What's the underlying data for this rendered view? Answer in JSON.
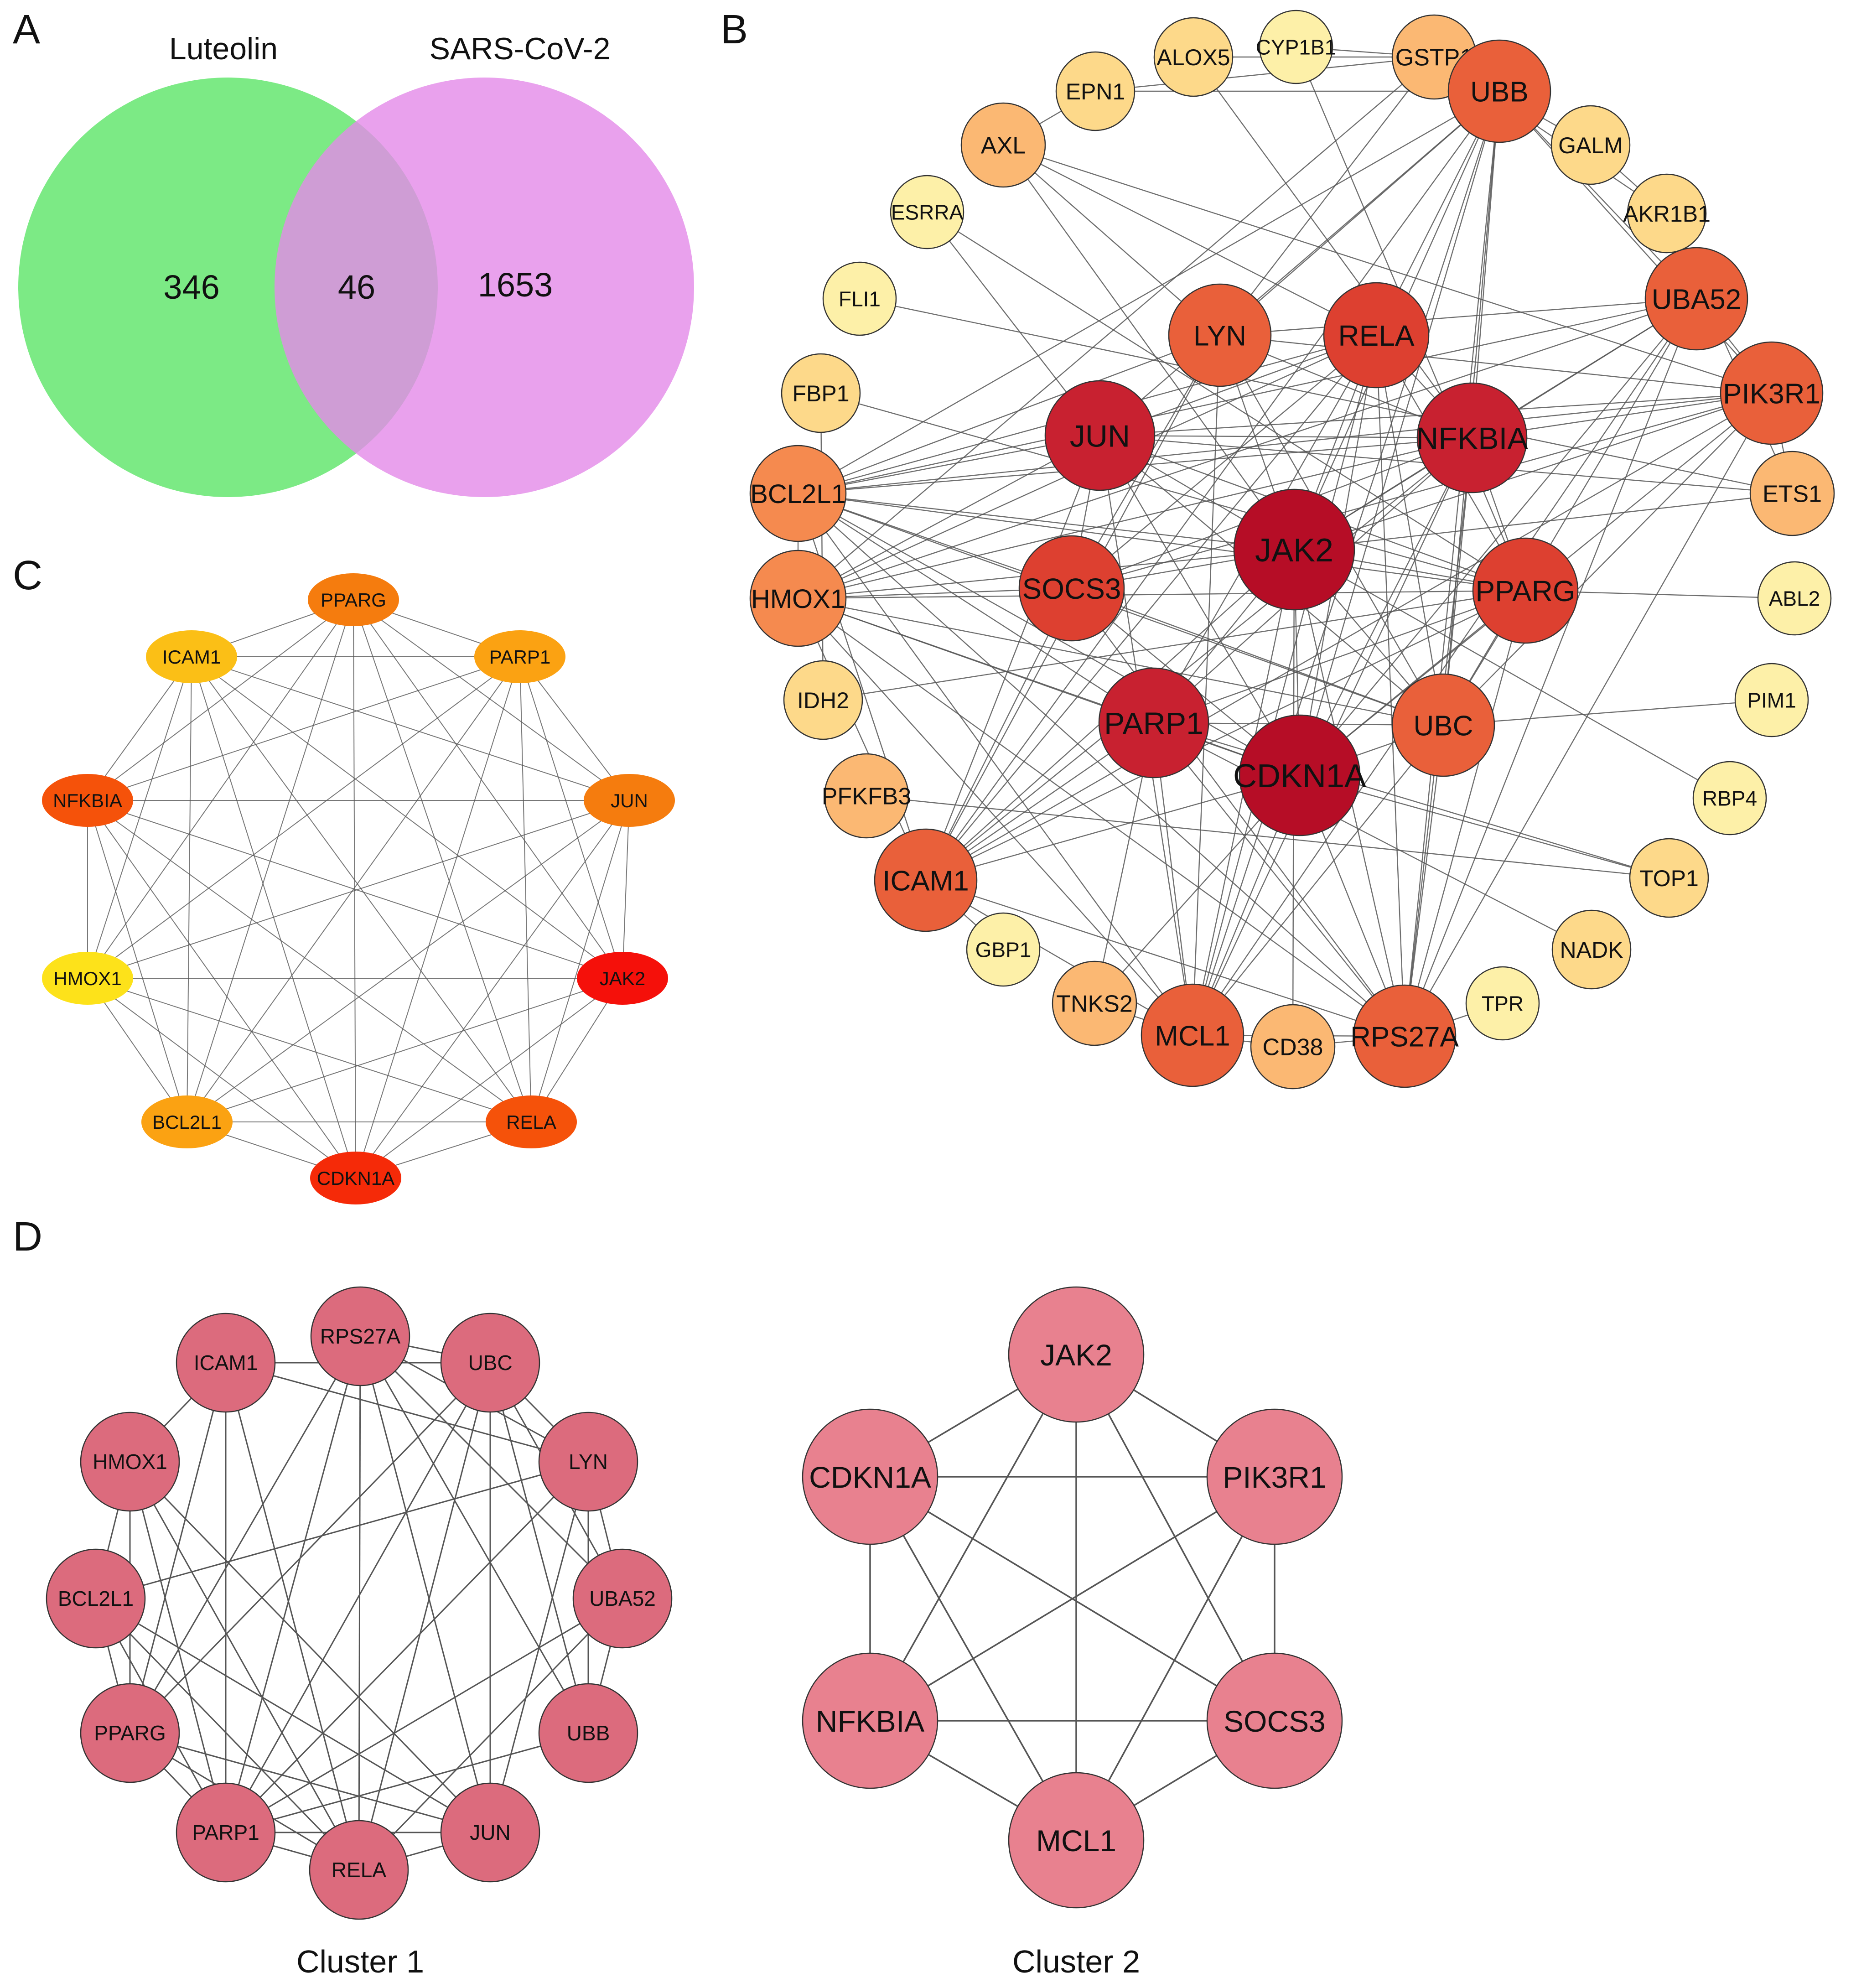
{
  "panels": {
    "A": {
      "letter": "A",
      "venn": {
        "left_set": "Luteolin",
        "right_set": "SARS-CoV-2",
        "left_only": "346",
        "overlap": "46",
        "right_only": "1653",
        "left_color": "#6ee878",
        "right_color": "#e48ae9"
      }
    },
    "B": {
      "letter": "B"
    },
    "C": {
      "letter": "C"
    },
    "D": {
      "letter": "D",
      "cluster1_caption": "Cluster 1",
      "cluster2_caption": "Cluster 2"
    }
  },
  "colors": {
    "net_b_scale": [
      "#fdf0a8",
      "#fdd98a",
      "#fbb873",
      "#f58a4f",
      "#e9603a",
      "#dd4030",
      "#c82130",
      "#b60d26"
    ],
    "net_c_scale": [
      "#fde21a",
      "#fbbf16",
      "#fba212",
      "#f57c0e",
      "#f5520a",
      "#f52a08",
      "#f5100a"
    ],
    "cluster1_fill": "#dc6b7d",
    "cluster2_fill": "#e8818f",
    "edge": "#555555"
  },
  "network_b": {
    "nodes": [
      {
        "id": "JAK2",
        "label": "JAK2",
        "level": 7
      },
      {
        "id": "CDKN1A",
        "label": "CDKN1A",
        "level": 7
      },
      {
        "id": "NFKBIA",
        "label": "NFKBIA",
        "level": 6
      },
      {
        "id": "JUN",
        "label": "JUN",
        "level": 6
      },
      {
        "id": "PARP1",
        "label": "PARP1",
        "level": 6
      },
      {
        "id": "RELA",
        "label": "RELA",
        "level": 5
      },
      {
        "id": "SOCS3",
        "label": "SOCS3",
        "level": 5
      },
      {
        "id": "PPARG",
        "label": "PPARG",
        "level": 5
      },
      {
        "id": "LYN",
        "label": "LYN",
        "level": 4
      },
      {
        "id": "UBC",
        "label": "UBC",
        "level": 4
      },
      {
        "id": "UBB",
        "label": "UBB",
        "level": 4
      },
      {
        "id": "UBA52",
        "label": "UBA52",
        "level": 4
      },
      {
        "id": "PIK3R1",
        "label": "PIK3R1",
        "level": 4
      },
      {
        "id": "BCL2L1",
        "label": "BCL2L1",
        "level": 3
      },
      {
        "id": "HMOX1",
        "label": "HMOX1",
        "level": 3
      },
      {
        "id": "ICAM1",
        "label": "ICAM1",
        "level": 4
      },
      {
        "id": "MCL1",
        "label": "MCL1",
        "level": 4
      },
      {
        "id": "RPS27A",
        "label": "RPS27A",
        "level": 4
      },
      {
        "id": "AXL",
        "label": "AXL",
        "level": 2
      },
      {
        "id": "GSTP1",
        "label": "GSTP1",
        "level": 2
      },
      {
        "id": "PFKFB3",
        "label": "PFKFB3",
        "level": 2
      },
      {
        "id": "TNKS2",
        "label": "TNKS2",
        "level": 2
      },
      {
        "id": "CD38",
        "label": "CD38",
        "level": 2
      },
      {
        "id": "ETS1",
        "label": "ETS1",
        "level": 2
      },
      {
        "id": "IDH2",
        "label": "IDH2",
        "level": 1
      },
      {
        "id": "EPN1",
        "label": "EPN1",
        "level": 1
      },
      {
        "id": "ALOX5",
        "label": "ALOX5",
        "level": 1
      },
      {
        "id": "FBP1",
        "label": "FBP1",
        "level": 1
      },
      {
        "id": "AKR1B1",
        "label": "AKR1B1",
        "level": 1
      },
      {
        "id": "GALM",
        "label": "GALM",
        "level": 1
      },
      {
        "id": "TOP1",
        "label": "TOP1",
        "level": 1
      },
      {
        "id": "NADK",
        "label": "NADK",
        "level": 1
      },
      {
        "id": "CYP1B1",
        "label": "CYP1B1",
        "level": 0
      },
      {
        "id": "ESRRA",
        "label": "ESRRA",
        "level": 0
      },
      {
        "id": "FLI1",
        "label": "FLI1",
        "level": 0
      },
      {
        "id": "ABL2",
        "label": "ABL2",
        "level": 0
      },
      {
        "id": "PIM1",
        "label": "PIM1",
        "level": 0
      },
      {
        "id": "RBP4",
        "label": "RBP4",
        "level": 0
      },
      {
        "id": "GBP1",
        "label": "GBP1",
        "level": 0
      },
      {
        "id": "TPR",
        "label": "TPR",
        "level": 0
      }
    ],
    "edges": [
      [
        "JAK2",
        "CDKN1A"
      ],
      [
        "JAK2",
        "NFKBIA"
      ],
      [
        "JAK2",
        "JUN"
      ],
      [
        "JAK2",
        "PARP1"
      ],
      [
        "JAK2",
        "RELA"
      ],
      [
        "JAK2",
        "SOCS3"
      ],
      [
        "JAK2",
        "PPARG"
      ],
      [
        "JAK2",
        "LYN"
      ],
      [
        "JAK2",
        "UBC"
      ],
      [
        "JAK2",
        "PIK3R1"
      ],
      [
        "JAK2",
        "MCL1"
      ],
      [
        "JAK2",
        "BCL2L1"
      ],
      [
        "JAK2",
        "HMOX1"
      ],
      [
        "JAK2",
        "ICAM1"
      ],
      [
        "JAK2",
        "RPS27A"
      ],
      [
        "JAK2",
        "UBB"
      ],
      [
        "JAK2",
        "UBA52"
      ],
      [
        "JAK2",
        "ETS1"
      ],
      [
        "JAK2",
        "CD38"
      ],
      [
        "JAK2",
        "AXL"
      ],
      [
        "CDKN1A",
        "NFKBIA"
      ],
      [
        "CDKN1A",
        "JUN"
      ],
      [
        "CDKN1A",
        "PARP1"
      ],
      [
        "CDKN1A",
        "RELA"
      ],
      [
        "CDKN1A",
        "SOCS3"
      ],
      [
        "CDKN1A",
        "PPARG"
      ],
      [
        "CDKN1A",
        "UBC"
      ],
      [
        "CDKN1A",
        "UBB"
      ],
      [
        "CDKN1A",
        "UBA52"
      ],
      [
        "CDKN1A",
        "RPS27A"
      ],
      [
        "CDKN1A",
        "MCL1"
      ],
      [
        "CDKN1A",
        "PIK3R1"
      ],
      [
        "CDKN1A",
        "BCL2L1"
      ],
      [
        "CDKN1A",
        "HMOX1"
      ],
      [
        "CDKN1A",
        "ICAM1"
      ],
      [
        "CDKN1A",
        "TNKS2"
      ],
      [
        "CDKN1A",
        "TOP1"
      ],
      [
        "NFKBIA",
        "JUN"
      ],
      [
        "NFKBIA",
        "RELA"
      ],
      [
        "NFKBIA",
        "PARP1"
      ],
      [
        "NFKBIA",
        "UBC"
      ],
      [
        "NFKBIA",
        "UBB"
      ],
      [
        "NFKBIA",
        "UBA52"
      ],
      [
        "NFKBIA",
        "RPS27A"
      ],
      [
        "NFKBIA",
        "PIK3R1"
      ],
      [
        "NFKBIA",
        "ICAM1"
      ],
      [
        "NFKBIA",
        "HMOX1"
      ],
      [
        "NFKBIA",
        "BCL2L1"
      ],
      [
        "NFKBIA",
        "SOCS3"
      ],
      [
        "NFKBIA",
        "PPARG"
      ],
      [
        "NFKBIA",
        "MCL1"
      ],
      [
        "NFKBIA",
        "LYN"
      ],
      [
        "JUN",
        "RELA"
      ],
      [
        "JUN",
        "PPARG"
      ],
      [
        "JUN",
        "SOCS3"
      ],
      [
        "JUN",
        "HMOX1"
      ],
      [
        "JUN",
        "BCL2L1"
      ],
      [
        "JUN",
        "ICAM1"
      ],
      [
        "JUN",
        "MCL1"
      ],
      [
        "JUN",
        "UBB"
      ],
      [
        "JUN",
        "UBC"
      ],
      [
        "JUN",
        "ETS1"
      ],
      [
        "JUN",
        "ESRRA"
      ],
      [
        "JUN",
        "PIK3R1"
      ],
      [
        "PARP1",
        "RELA"
      ],
      [
        "PARP1",
        "PPARG"
      ],
      [
        "PARP1",
        "UBC"
      ],
      [
        "PARP1",
        "ICAM1"
      ],
      [
        "PARP1",
        "MCL1"
      ],
      [
        "PARP1",
        "RPS27A"
      ],
      [
        "PARP1",
        "TNKS2"
      ],
      [
        "PARP1",
        "TOP1"
      ],
      [
        "PARP1",
        "NADK"
      ],
      [
        "PARP1",
        "HMOX1"
      ],
      [
        "PARP1",
        "BCL2L1"
      ],
      [
        "RELA",
        "PPARG"
      ],
      [
        "RELA",
        "SOCS3"
      ],
      [
        "RELA",
        "UBC"
      ],
      [
        "RELA",
        "UBB"
      ],
      [
        "RELA",
        "ICAM1"
      ],
      [
        "RELA",
        "HMOX1"
      ],
      [
        "RELA",
        "BCL2L1"
      ],
      [
        "RELA",
        "RPS27A"
      ],
      [
        "RELA",
        "MCL1"
      ],
      [
        "RELA",
        "AXL"
      ],
      [
        "SOCS3",
        "UBC"
      ],
      [
        "SOCS3",
        "LYN"
      ],
      [
        "SOCS3",
        "PIK3R1"
      ],
      [
        "SOCS3",
        "BCL2L1"
      ],
      [
        "SOCS3",
        "HMOX1"
      ],
      [
        "SOCS3",
        "RPS27A"
      ],
      [
        "SOCS3",
        "ICAM1"
      ],
      [
        "PPARG",
        "HMOX1"
      ],
      [
        "PPARG",
        "BCL2L1"
      ],
      [
        "PPARG",
        "UBC"
      ],
      [
        "PPARG",
        "ICAM1"
      ],
      [
        "PPARG",
        "IDH2"
      ],
      [
        "PPARG",
        "FBP1"
      ],
      [
        "PPARG",
        "ABL2"
      ],
      [
        "PPARG",
        "RPS27A"
      ],
      [
        "LYN",
        "PIK3R1"
      ],
      [
        "LYN",
        "AXL"
      ],
      [
        "LYN",
        "UBC"
      ],
      [
        "LYN",
        "UBB"
      ],
      [
        "LYN",
        "UBA52"
      ],
      [
        "LYN",
        "MCL1"
      ],
      [
        "LYN",
        "ICAM1"
      ],
      [
        "LYN",
        "BCL2L1"
      ],
      [
        "LYN",
        "GSTP1"
      ],
      [
        "UBC",
        "UBB"
      ],
      [
        "UBC",
        "UBA52"
      ],
      [
        "UBC",
        "RPS27A"
      ],
      [
        "UBC",
        "MCL1"
      ],
      [
        "UBC",
        "PIK3R1"
      ],
      [
        "UBC",
        "PIM1"
      ],
      [
        "UBC",
        "HMOX1"
      ],
      [
        "UBC",
        "BCL2L1"
      ],
      [
        "UBB",
        "UBA52"
      ],
      [
        "UBB",
        "RPS27A"
      ],
      [
        "UBB",
        "MCL1"
      ],
      [
        "UBB",
        "PIK3R1"
      ],
      [
        "UBB",
        "BCL2L1"
      ],
      [
        "UBB",
        "EPN1"
      ],
      [
        "UBB",
        "ICAM1"
      ],
      [
        "UBA52",
        "RPS27A"
      ],
      [
        "UBA52",
        "MCL1"
      ],
      [
        "UBA52",
        "PIK3R1"
      ],
      [
        "UBA52",
        "BCL2L1"
      ],
      [
        "UBA52",
        "HMOX1"
      ],
      [
        "UBA52",
        "AKR1B1"
      ],
      [
        "RPS27A",
        "MCL1"
      ],
      [
        "RPS27A",
        "PIK3R1"
      ],
      [
        "RPS27A",
        "BCL2L1"
      ],
      [
        "RPS27A",
        "HMOX1"
      ],
      [
        "RPS27A",
        "ICAM1"
      ],
      [
        "RPS27A",
        "TPR"
      ],
      [
        "PIK3R1",
        "BCL2L1"
      ],
      [
        "PIK3R1",
        "ETS1"
      ],
      [
        "PIK3R1",
        "ICAM1"
      ],
      [
        "PIK3R1",
        "AXL"
      ],
      [
        "BCL2L1",
        "MCL1"
      ],
      [
        "BCL2L1",
        "HMOX1"
      ],
      [
        "BCL2L1",
        "ICAM1"
      ],
      [
        "HMOX1",
        "ICAM1"
      ],
      [
        "HMOX1",
        "MCL1"
      ],
      [
        "HMOX1",
        "GSTP1"
      ],
      [
        "ICAM1",
        "MCL1"
      ],
      [
        "ICAM1",
        "GBP1"
      ],
      [
        "MCL1",
        "CD38"
      ],
      [
        "MCL1",
        "TNKS2"
      ],
      [
        "CD38",
        "RPS27A"
      ],
      [
        "GSTP1",
        "ALOX5"
      ],
      [
        "GSTP1",
        "CYP1B1"
      ],
      [
        "GSTP1",
        "EPN1"
      ],
      [
        "GSTP1",
        "AKR1B1"
      ],
      [
        "GSTP1",
        "GALM"
      ],
      [
        "AXL",
        "EPN1"
      ],
      [
        "ALOX5",
        "NFKBIA"
      ],
      [
        "CYP1B1",
        "PPARG"
      ],
      [
        "AKR1B1",
        "ETS1"
      ],
      [
        "GALM",
        "AKR1B1"
      ],
      [
        "FLI1",
        "ETS1"
      ],
      [
        "FBP1",
        "IDH2"
      ],
      [
        "PFKFB3",
        "TOP1"
      ],
      [
        "ESRRA",
        "PPARG"
      ],
      [
        "RBP4",
        "JAK2"
      ]
    ]
  },
  "network_c": {
    "nodes": [
      {
        "id": "PPARG",
        "label": "PPARG",
        "level": 3
      },
      {
        "id": "PARP1",
        "label": "PARP1",
        "level": 2
      },
      {
        "id": "JUN",
        "label": "JUN",
        "level": 3
      },
      {
        "id": "JAK2",
        "label": "JAK2",
        "level": 6
      },
      {
        "id": "RELA",
        "label": "RELA",
        "level": 4
      },
      {
        "id": "CDKN1A",
        "label": "CDKN1A",
        "level": 5
      },
      {
        "id": "BCL2L1",
        "label": "BCL2L1",
        "level": 2
      },
      {
        "id": "HMOX1",
        "label": "HMOX1",
        "level": 0
      },
      {
        "id": "NFKBIA",
        "label": "NFKBIA",
        "level": 4
      },
      {
        "id": "ICAM1",
        "label": "ICAM1",
        "level": 1
      }
    ]
  },
  "cluster1": {
    "nodes": [
      {
        "id": "RPS27A",
        "label": "RPS27A"
      },
      {
        "id": "UBC",
        "label": "UBC"
      },
      {
        "id": "LYN",
        "label": "LYN"
      },
      {
        "id": "UBA52",
        "label": "UBA52"
      },
      {
        "id": "UBB",
        "label": "UBB"
      },
      {
        "id": "JUN",
        "label": "JUN"
      },
      {
        "id": "RELA",
        "label": "RELA"
      },
      {
        "id": "PARP1",
        "label": "PARP1"
      },
      {
        "id": "PPARG",
        "label": "PPARG"
      },
      {
        "id": "BCL2L1",
        "label": "BCL2L1"
      },
      {
        "id": "HMOX1",
        "label": "HMOX1"
      },
      {
        "id": "ICAM1",
        "label": "ICAM1"
      }
    ],
    "edges": [
      [
        "ICAM1",
        "UBC"
      ],
      [
        "ICAM1",
        "LYN"
      ],
      [
        "ICAM1",
        "PARP1"
      ],
      [
        "ICAM1",
        "RELA"
      ],
      [
        "ICAM1",
        "PPARG"
      ],
      [
        "ICAM1",
        "HMOX1"
      ],
      [
        "RPS27A",
        "UBC"
      ],
      [
        "RPS27A",
        "LYN"
      ],
      [
        "RPS27A",
        "UBA52"
      ],
      [
        "RPS27A",
        "UBB"
      ],
      [
        "RPS27A",
        "JUN"
      ],
      [
        "RPS27A",
        "RELA"
      ],
      [
        "RPS27A",
        "PARP1"
      ],
      [
        "RPS27A",
        "PPARG"
      ],
      [
        "UBC",
        "LYN"
      ],
      [
        "UBC",
        "UBA52"
      ],
      [
        "UBC",
        "UBB"
      ],
      [
        "UBC",
        "JUN"
      ],
      [
        "UBC",
        "PPARG"
      ],
      [
        "UBC",
        "PARP1"
      ],
      [
        "UBC",
        "RELA"
      ],
      [
        "LYN",
        "UBA52"
      ],
      [
        "LYN",
        "UBB"
      ],
      [
        "LYN",
        "PARP1"
      ],
      [
        "LYN",
        "BCL2L1"
      ],
      [
        "LYN",
        "JUN"
      ],
      [
        "UBA52",
        "UBB"
      ],
      [
        "UBA52",
        "PARP1"
      ],
      [
        "UBA52",
        "RELA"
      ],
      [
        "UBB",
        "PARP1"
      ],
      [
        "JUN",
        "RELA"
      ],
      [
        "JUN",
        "PARP1"
      ],
      [
        "JUN",
        "PPARG"
      ],
      [
        "JUN",
        "BCL2L1"
      ],
      [
        "JUN",
        "HMOX1"
      ],
      [
        "RELA",
        "PARP1"
      ],
      [
        "RELA",
        "PPARG"
      ],
      [
        "RELA",
        "BCL2L1"
      ],
      [
        "RELA",
        "HMOX1"
      ],
      [
        "PARP1",
        "PPARG"
      ],
      [
        "PARP1",
        "BCL2L1"
      ],
      [
        "PARP1",
        "HMOX1"
      ],
      [
        "PPARG",
        "BCL2L1"
      ],
      [
        "PPARG",
        "HMOX1"
      ],
      [
        "BCL2L1",
        "HMOX1"
      ]
    ]
  },
  "cluster2": {
    "nodes": [
      {
        "id": "JAK2",
        "label": "JAK2"
      },
      {
        "id": "PIK3R1",
        "label": "PIK3R1"
      },
      {
        "id": "SOCS3",
        "label": "SOCS3"
      },
      {
        "id": "MCL1",
        "label": "MCL1"
      },
      {
        "id": "NFKBIA",
        "label": "NFKBIA"
      },
      {
        "id": "CDKN1A",
        "label": "CDKN1A"
      }
    ]
  }
}
